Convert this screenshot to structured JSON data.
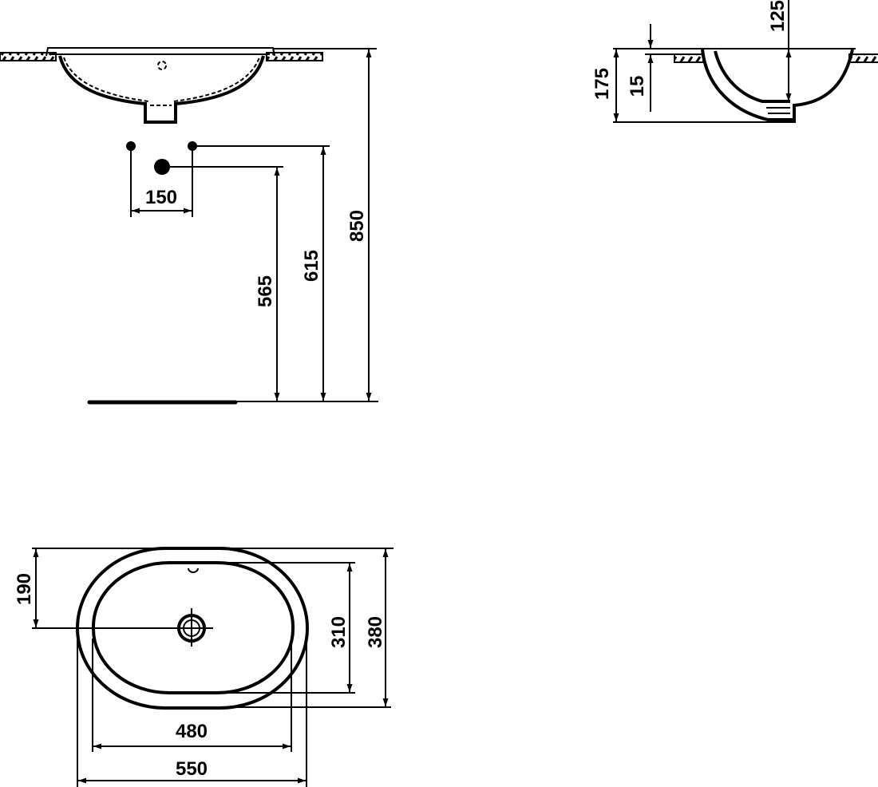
{
  "front_view": {
    "tap_spacing": "150",
    "waste_height": "565",
    "tap_height": "615",
    "rim_height": "850"
  },
  "side_view": {
    "total_depth": "175",
    "rim_thickness": "15",
    "bowl_depth": "125"
  },
  "plan_view": {
    "drain_offset": "190",
    "inner_depth": "310",
    "outer_depth": "380",
    "inner_width": "480",
    "outer_width": "550"
  },
  "colors": {
    "line": "#000000",
    "background": "#ffffff"
  }
}
